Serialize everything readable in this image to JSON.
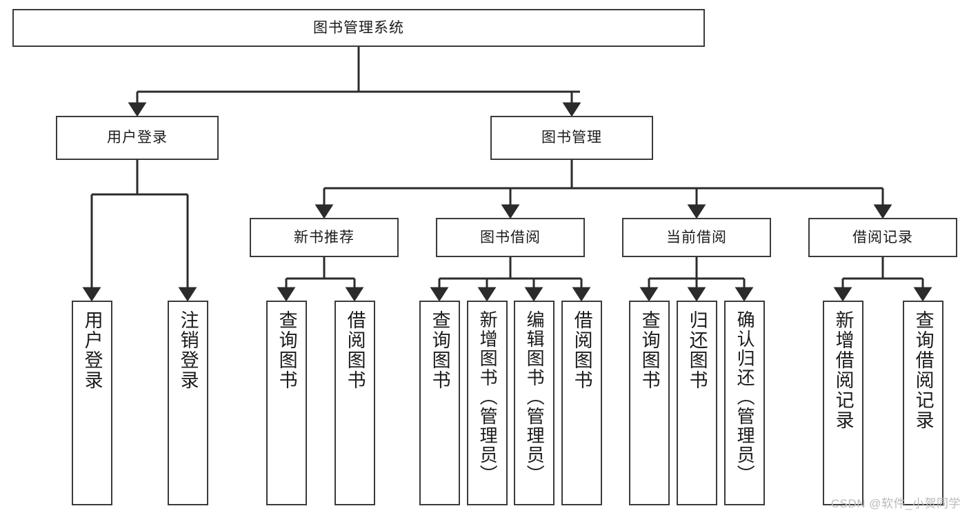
{
  "diagram": {
    "type": "tree",
    "title": "图书管理系统",
    "watermark": "CSDN @软件_小贺同学",
    "colors": {
      "border": "#3a3a3a",
      "background": "#ffffff",
      "text": "#1b1b1b",
      "edge": "#2b2b2b",
      "watermark": "#b9b9b9"
    },
    "root": {
      "label": "图书管理系统"
    },
    "level2": [
      {
        "label": "用户登录"
      },
      {
        "label": "图书管理"
      }
    ],
    "level3": [
      {
        "label": "新书推荐"
      },
      {
        "label": "图书借阅"
      },
      {
        "label": "当前借阅"
      },
      {
        "label": "借阅记录"
      }
    ],
    "leaves": {
      "user_login": [
        {
          "label": "用户登录"
        },
        {
          "label": "注销登录"
        }
      ],
      "new_book_recommend": [
        {
          "label": "查询图书"
        },
        {
          "label": "借阅图书"
        }
      ],
      "book_borrow": [
        {
          "label": "查询图书"
        },
        {
          "label": "新增图书（管理员）"
        },
        {
          "label": "编辑图书（管理员）"
        },
        {
          "label": "借阅图书"
        }
      ],
      "current_borrow": [
        {
          "label": "查询图书"
        },
        {
          "label": "归还图书"
        },
        {
          "label": "确认归还（管理员）"
        }
      ],
      "borrow_record": [
        {
          "label": "新增借阅记录"
        },
        {
          "label": "查询借阅记录"
        }
      ]
    }
  }
}
